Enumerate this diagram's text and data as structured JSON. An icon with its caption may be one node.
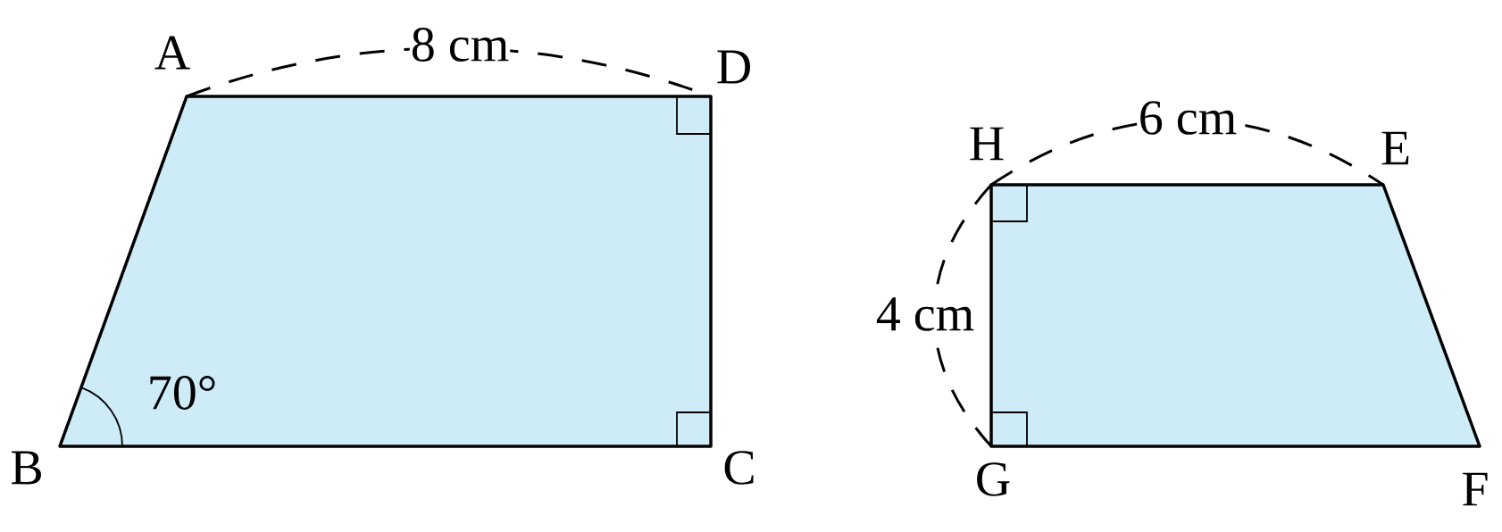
{
  "diagram": {
    "labels": [
      "A",
      "8 cm",
      "D",
      "H",
      "6 cm",
      "E",
      "4 cm",
      "70°",
      "B",
      "C",
      "G",
      "F"
    ]
  }
}
